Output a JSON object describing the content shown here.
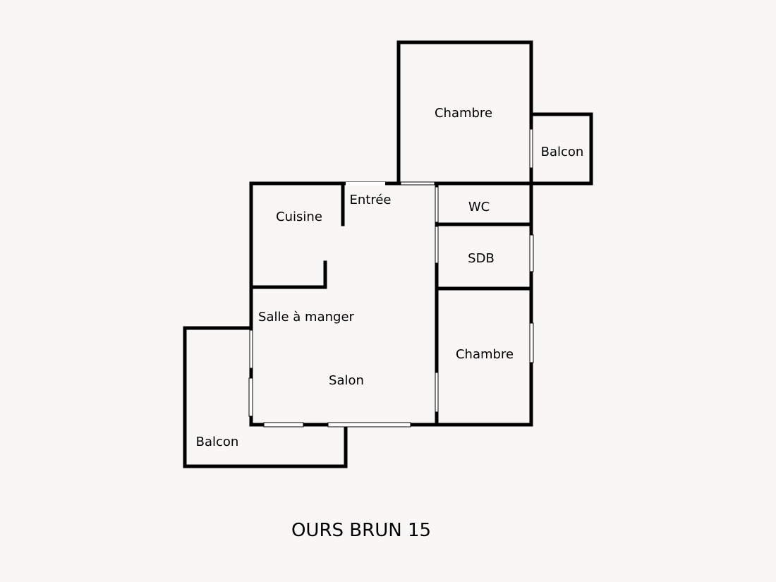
{
  "plan": {
    "title": "OURS BRUN 15",
    "rooms": {
      "chambre_top": "Chambre",
      "balcon_right": "Balcon",
      "cuisine": "Cuisine",
      "entree": "Entrée",
      "wc": "WC",
      "sdb": "SDB",
      "salle_a_manger": "Salle à manger",
      "salon": "Salon",
      "chambre_bottom": "Chambre",
      "balcon_left": "Balcon"
    }
  }
}
